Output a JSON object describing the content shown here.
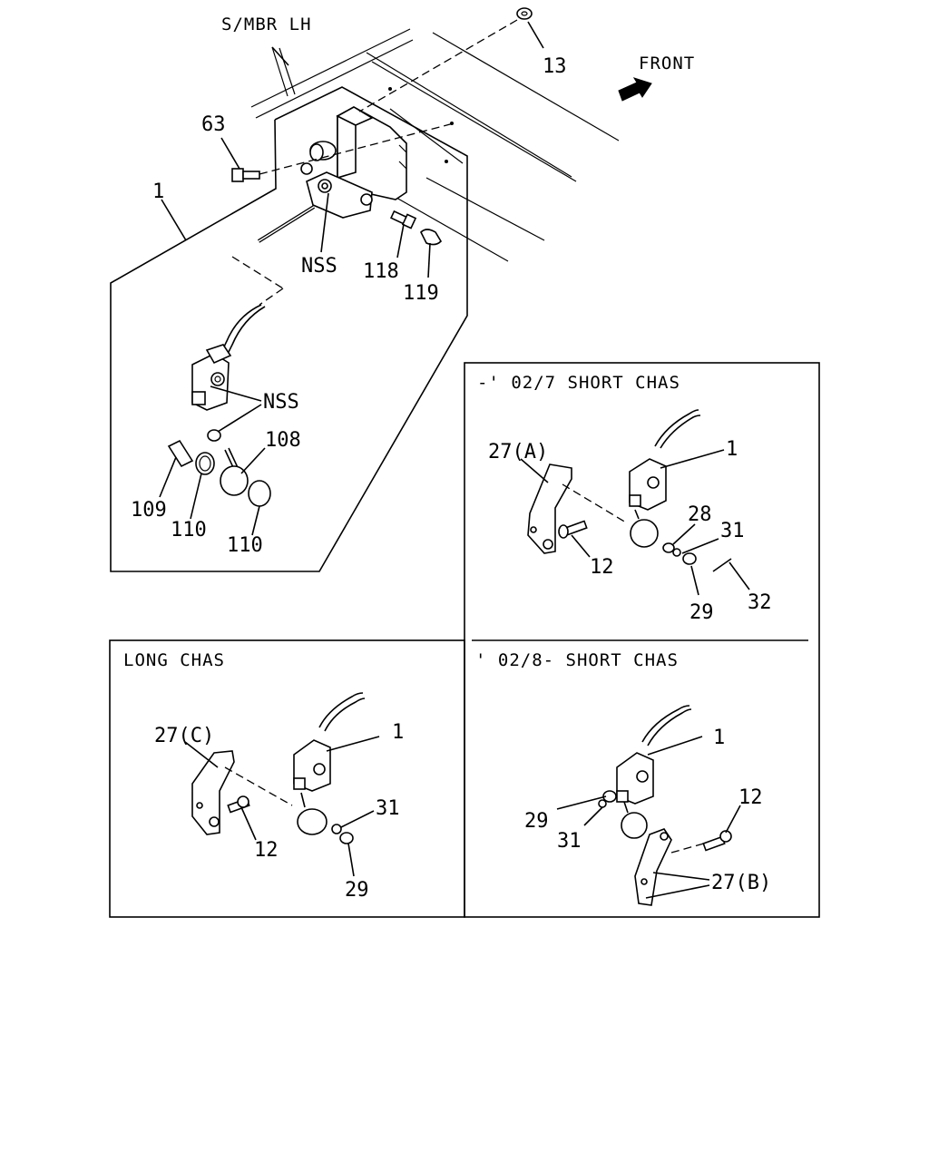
{
  "header": {
    "member_label": "S/MBR LH",
    "front_label": "FRONT"
  },
  "main_callouts": {
    "c13": "13",
    "c63": "63",
    "c1": "1",
    "nss_top": "NSS",
    "c118": "118",
    "c119": "119",
    "nss_mid": "NSS",
    "c108": "108",
    "c109": "109",
    "c110a": "110",
    "c110b": "110"
  },
  "panels": {
    "short_early": {
      "title": "-' 02/7 SHORT CHAS",
      "callouts": {
        "c27a": "27(A)",
        "c1": "1",
        "c28": "28",
        "c31": "31",
        "c12": "12",
        "c32": "32",
        "c29": "29"
      }
    },
    "long": {
      "title": "LONG CHAS",
      "callouts": {
        "c27c": "27(C)",
        "c1": "1",
        "c31": "31",
        "c12": "12",
        "c29": "29"
      }
    },
    "short_late": {
      "title": "' 02/8- SHORT CHAS",
      "callouts": {
        "c1": "1",
        "c12": "12",
        "c29": "29",
        "c31": "31",
        "c27b": "27(B)"
      }
    }
  },
  "icons": {
    "front_arrow": "arrow-icon"
  }
}
